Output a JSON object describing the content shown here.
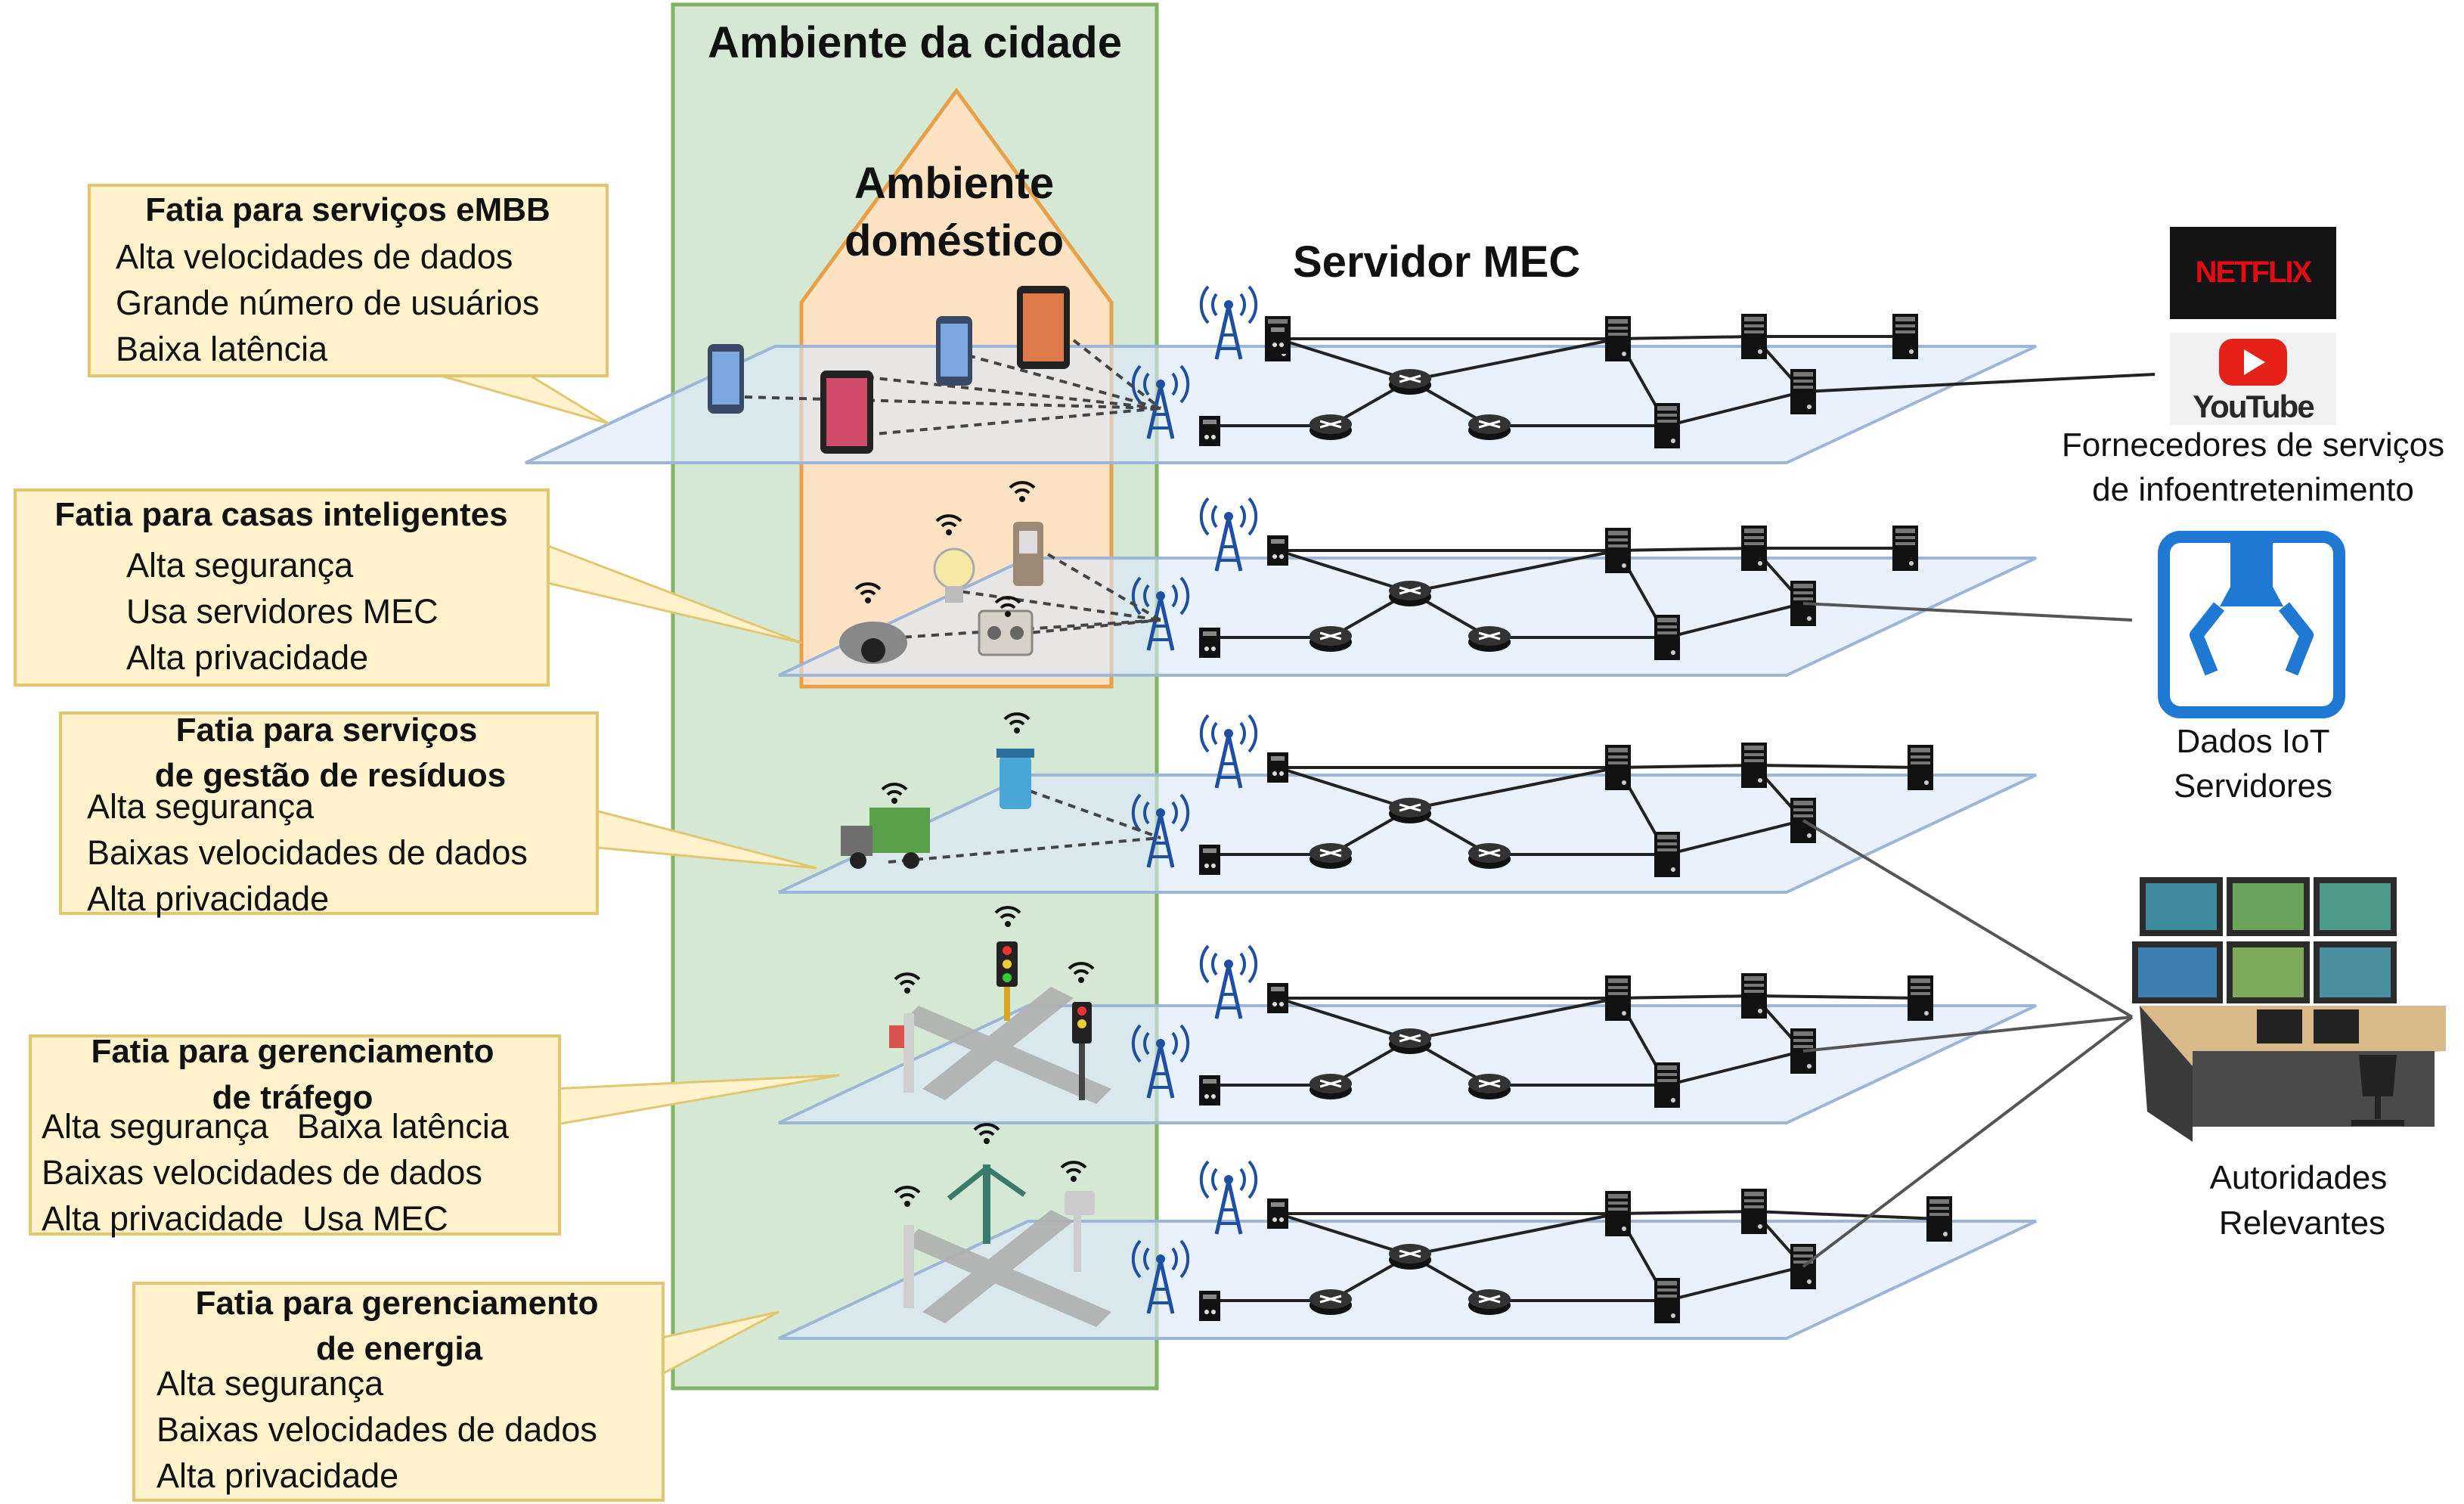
{
  "city_environment": {
    "title": "Ambiente da cidade"
  },
  "home_environment": {
    "title_line1": "Ambiente",
    "title_line2": "doméstico"
  },
  "mec_server": {
    "label": "Servidor MEC"
  },
  "slices": [
    {
      "title_lines": [
        "Fatia para serviços eMBB"
      ],
      "lines": [
        "Alta velocidades de dados",
        "Grande número de usuários",
        "Baixa latência"
      ]
    },
    {
      "title_lines": [
        "Fatia para  casas inteligentes"
      ],
      "lines": [
        "Alta segurança",
        "Usa servidores MEC",
        "Alta privacidade"
      ]
    },
    {
      "title_lines": [
        "Fatia para serviços",
        "de gestão de resíduos"
      ],
      "lines": [
        "Alta segurança",
        "Baixas velocidades de dados",
        "Alta privacidade"
      ]
    },
    {
      "title_lines": [
        "Fatia para gerenciamento",
        "de tráfego"
      ],
      "lines": [
        "Alta segurança   Baixa latência",
        "Baixas velocidades de dados",
        "Alta privacidade  Usa MEC"
      ]
    },
    {
      "title_lines": [
        "Fatia para gerenciamento",
        "de energia"
      ],
      "lines": [
        "Alta segurança",
        "Baixas velocidades de dados",
        "Alta privacidade"
      ]
    }
  ],
  "providers": {
    "infotainment": {
      "netflix_logo": "NETFLIX",
      "youtube_logo": "YouTube",
      "line1": "Fornecedores de serviços",
      "line2": "de infoentretenimento"
    },
    "iot": {
      "icon": "robot-arm-icon",
      "line1": "Dados IoT",
      "line2": "Servidores"
    },
    "authorities": {
      "icon": "control-room-icon",
      "line1": "Autoridades",
      "line2": "Relevantes"
    }
  },
  "colors": {
    "city_bg": "#d5e8d4",
    "city_border": "#82b366",
    "home_bg": "#fde3c4",
    "home_border": "#e6a04a",
    "box_bg": "#fff2cc",
    "box_border": "#e3c770",
    "plane_fill": "#dae8fc",
    "plane_border": "#9db6d8"
  }
}
